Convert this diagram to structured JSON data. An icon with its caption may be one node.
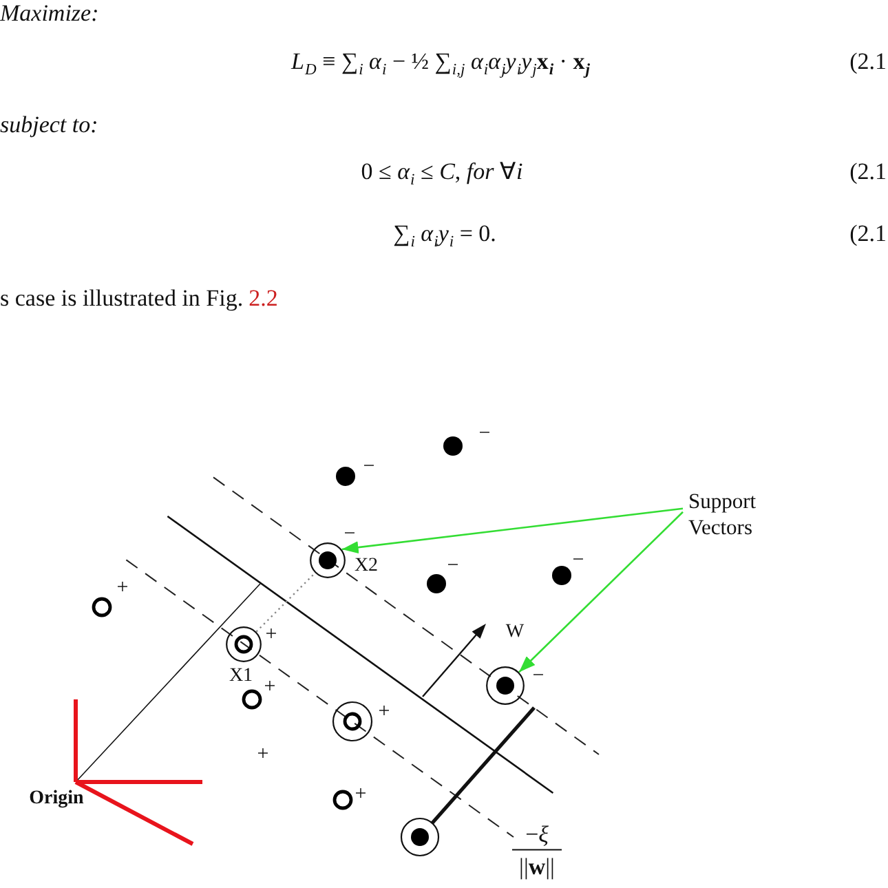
{
  "diagram": {
    "nodes": [
      {
        "text": [
          "Support Vectors"
        ]
      },
      {
        "text": [],
        "shape": "circle",
        "beside": [
          "−",
          "X2"
        ]
      },
      {
        "text": [],
        "shape": "circle",
        "beside": [
          "+",
          "X1"
        ]
      },
      {
        "text": [],
        "shape": "circle",
        "beside": [
          "−"
        ]
      }
    ],
    "edges": [
      {
        "from": 0,
        "to": 1,
        "arrow": "to",
        "color": "#33dd33"
      },
      {
        "from": 0,
        "to": 3,
        "arrow": "to",
        "color": "#33dd33"
      },
      {
        "from": 2,
        "to": 1,
        "arrow": "none",
        "style": "dashed",
        "color": "#888888"
      }
    ],
    "labels": [
      "Maximize:",
      "*L*$_{D}$ ≡ ∑$_{i}$ *α*$_{i}$ − ½ ∑$_{i,j}$ *α*$_{i}$*α*$_{j}$*y*$_{i}$*y*$_{j}$**x$_{i}$** · **x$_{j}$**",
      "(2.1",
      "subject to:",
      "0 ≤ *α*$_{i}$ ≤ *C*, *for* ∀*i*",
      "(2.1",
      "∑$_{i}$ *α*$_{i}$*y*$_{i}$ = 0.",
      "(2.1",
      "s case is illustrated in Fig.",
      "2.2",
      "−",
      "−",
      "−",
      "−",
      "+",
      "W",
      "+",
      "+",
      "+",
      "+",
      "Origin",
      "−*ξ*",
      "||**w**||"
    ]
  }
}
